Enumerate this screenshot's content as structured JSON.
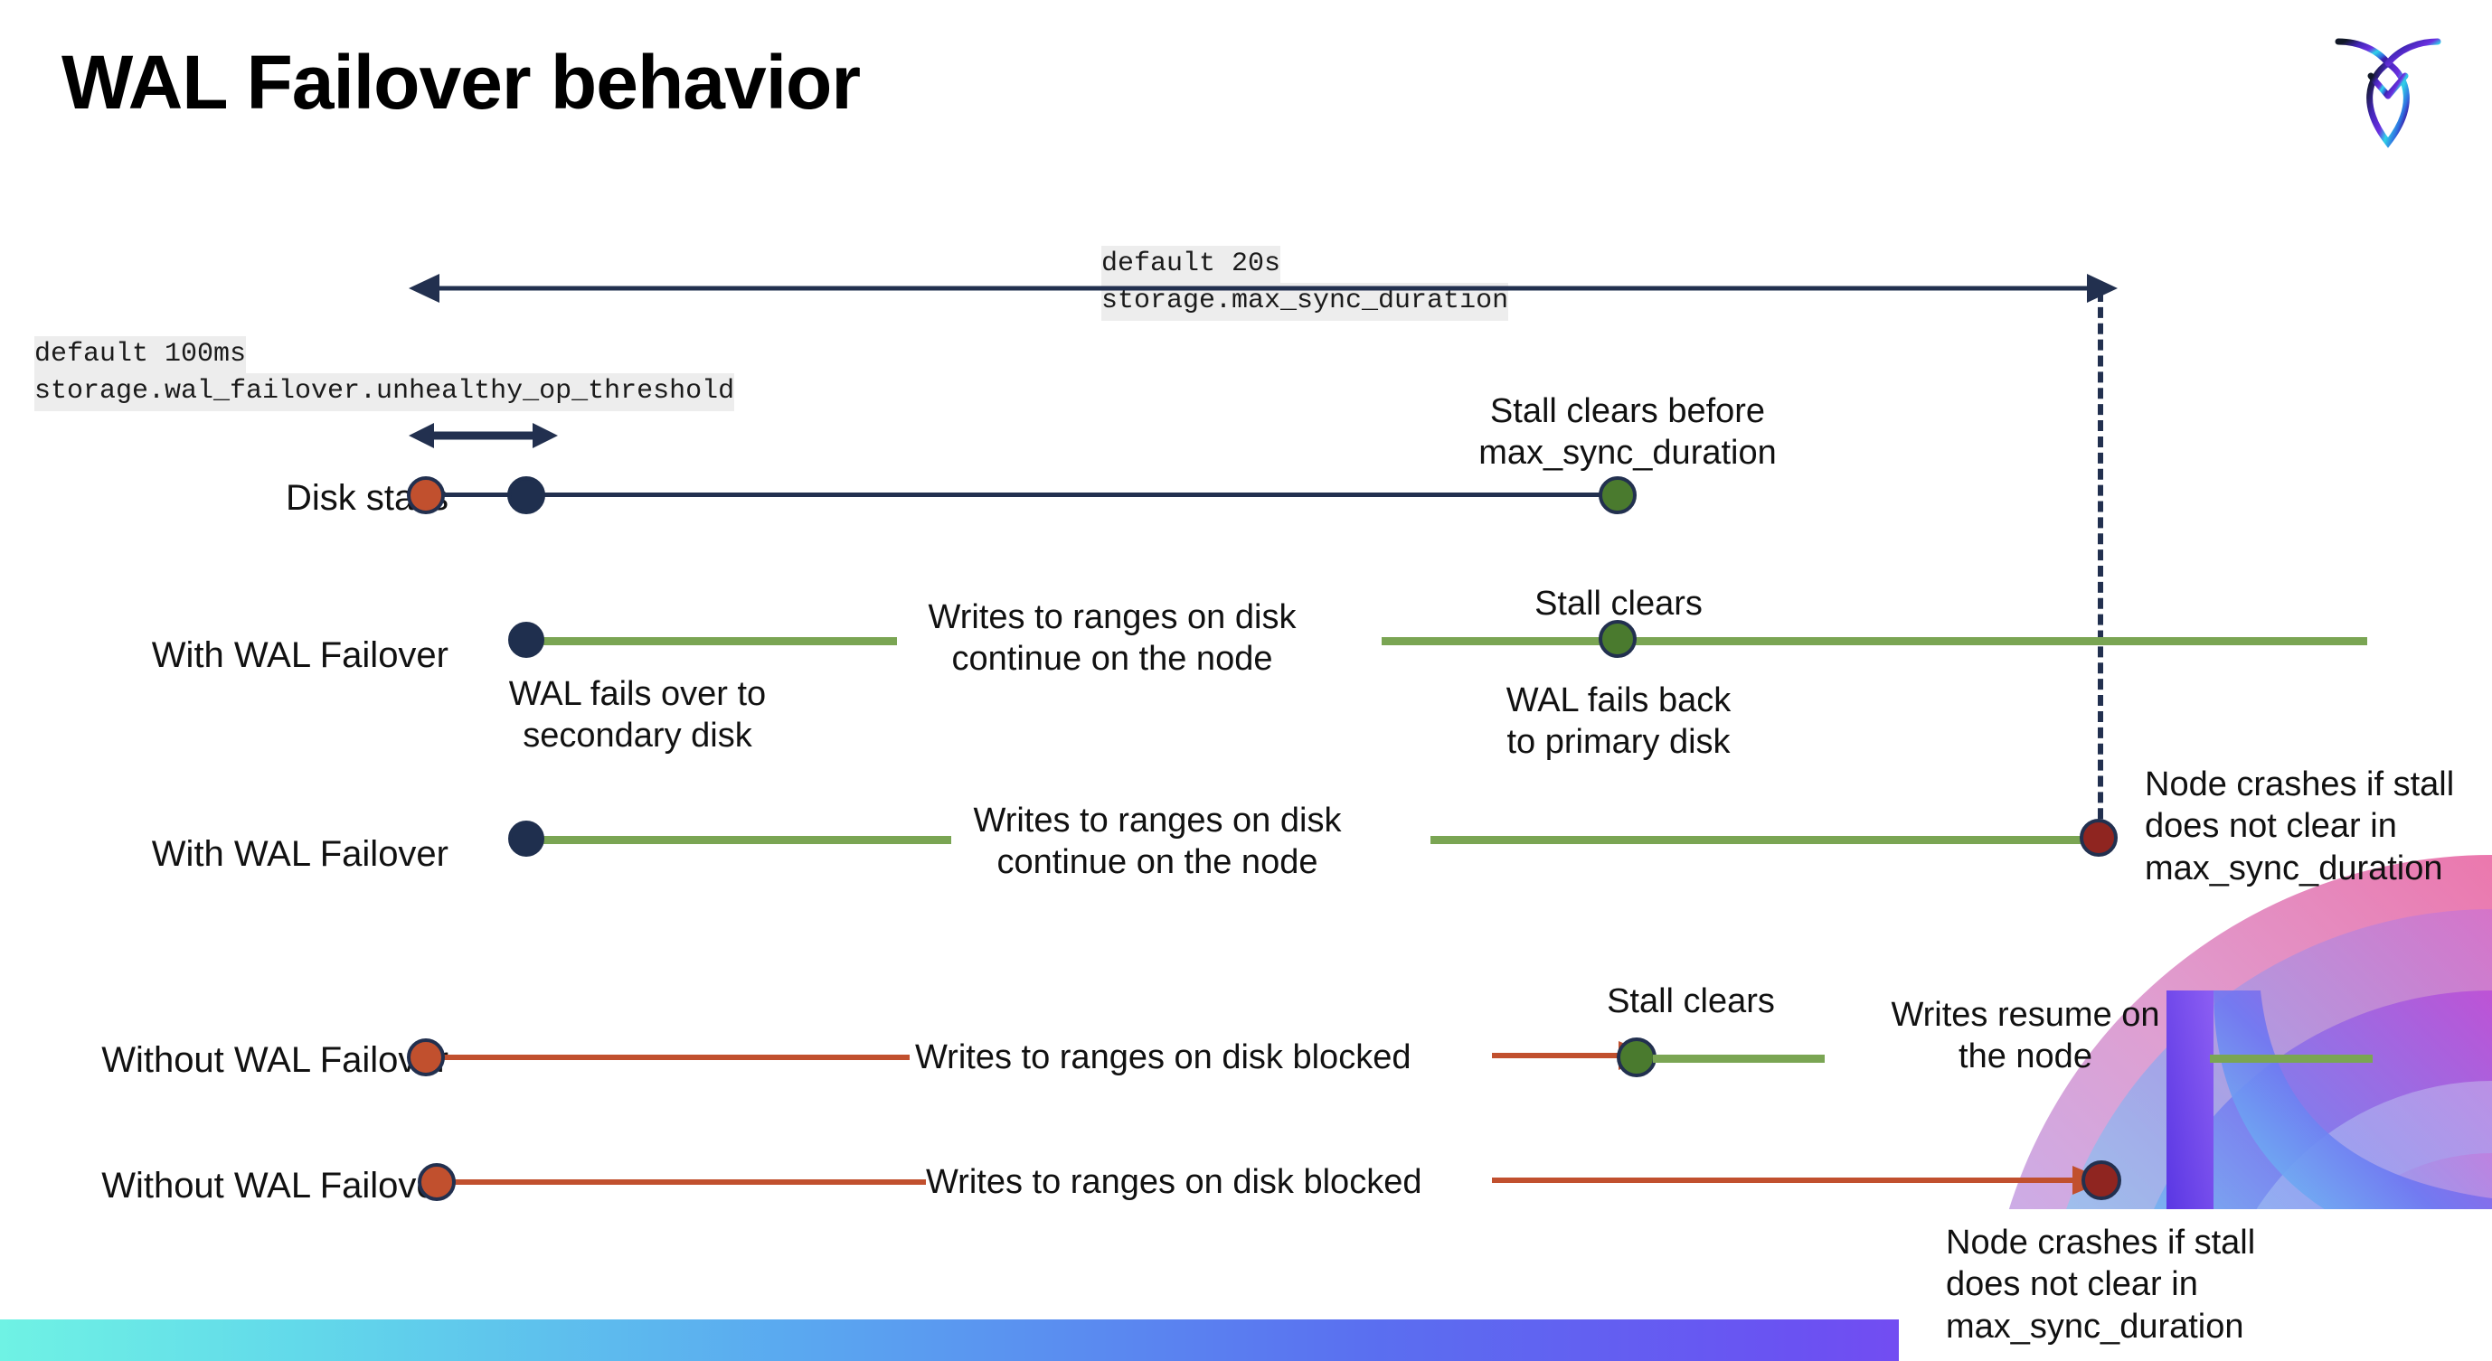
{
  "page": {
    "title": "WAL Failover behavior",
    "logo_name": "cockroachdb-logo"
  },
  "annotations": {
    "max_sync": {
      "default": "default 20s",
      "setting": "storage.max_sync_duration"
    },
    "unhealthy_op": {
      "default": "default 100ms",
      "setting": "storage.wal_failover.unhealthy_op_threshold"
    }
  },
  "rows": [
    {
      "label": "Disk stalls",
      "notes": {
        "stall_clears_before": "Stall clears before\nmax_sync_duration"
      }
    },
    {
      "label": "With WAL Failover",
      "notes": {
        "writes_continue": "Writes to ranges on disk\ncontinue on the node",
        "wal_fails_over": "WAL fails over to\nsecondary disk",
        "stall_clears": "Stall clears",
        "wal_fails_back": "WAL fails  back\nto primary disk"
      }
    },
    {
      "label": "With WAL Failover",
      "notes": {
        "writes_continue": "Writes to ranges on disk\ncontinue on the node",
        "node_crashes": "Node crashes if stall\ndoes not clear in\nmax_sync_duration"
      }
    },
    {
      "label": "Without WAL Failover",
      "notes": {
        "writes_blocked": "Writes to ranges on disk  blocked",
        "stall_clears": "Stall clears",
        "writes_resume": "Writes resume on\nthe node"
      }
    },
    {
      "label": "Without WAL Failover",
      "notes": {
        "writes_blocked": "Writes to ranges on disk  blocked",
        "node_crashes": "Node crashes if stall\ndoes not clear in\nmax_sync_duration"
      }
    }
  ],
  "colors": {
    "navy": "#22304f",
    "green_line": "#7aa553",
    "green_dot": "#4a7a2e",
    "orange": "#c1502e",
    "dark_red": "#8f2520",
    "chip_bg": "#ededed"
  }
}
